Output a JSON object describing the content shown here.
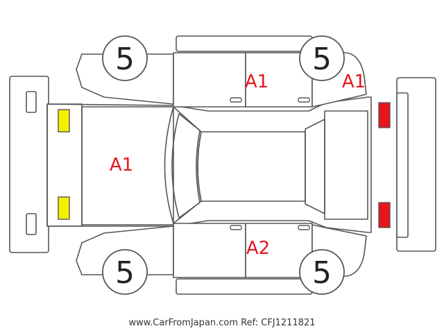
{
  "colors": {
    "damage_text": "#e8141e",
    "front_light": "#f5f000",
    "rear_light": "#e8141e",
    "outline": "#555555"
  },
  "tires": {
    "front_left": "5",
    "rear_left": "5",
    "front_right": "5",
    "rear_right": "5"
  },
  "damage": {
    "hood": "A1",
    "upper_doors": "A1",
    "upper_rear_fender": "A1",
    "lower_doors": "A2"
  },
  "footer": "www.CarFromJapan.com Ref: CFJ1211821"
}
